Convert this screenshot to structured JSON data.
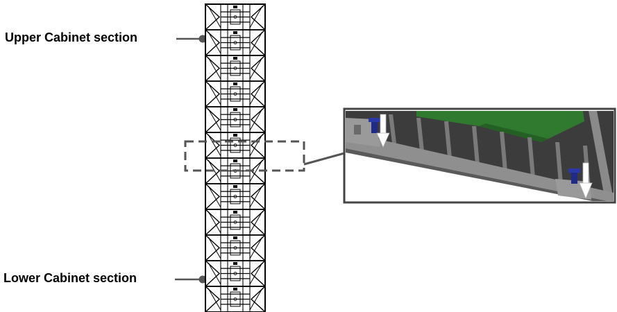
{
  "labels": {
    "upper": "Upper Cabinet section",
    "lower": "Lower Cabinet section"
  },
  "colors": {
    "line": "#000000",
    "callout": "#555555",
    "pcb": "#2f7a2f",
    "frame": "#6e6e6e",
    "frame_light": "#9a9a9a",
    "screw": "#1f2a8a",
    "arrow": "#ffffff"
  },
  "cabinet": {
    "module_count": 12
  },
  "icons": {
    "arrow": "down-arrow-icon",
    "screw": "screw-icon"
  }
}
